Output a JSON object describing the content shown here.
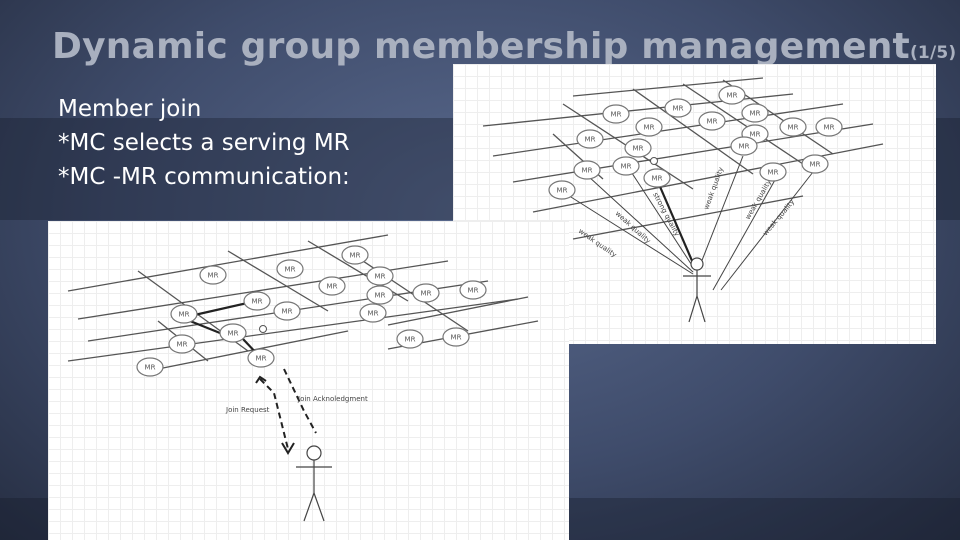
{
  "slide": {
    "title": "Dynamic group membership management",
    "title_suffix": "(1/5)",
    "bullets": [
      "Member join",
      "*MC selects a serving MR",
      "*MC -MR communication:"
    ]
  },
  "colors": {
    "title": "#a9b0bf",
    "bullet_text": "#ffffff",
    "background": "#3f4c6b"
  },
  "diagram_right": {
    "node_label": "MR",
    "link_labels": [
      "weak quality",
      "weak quality",
      "strong quality",
      "weak quality",
      "weak quality",
      "weak quality"
    ]
  },
  "diagram_left": {
    "node_label": "MR",
    "request_label": "Join Request",
    "ack_label": "Join Acknoledgment"
  }
}
